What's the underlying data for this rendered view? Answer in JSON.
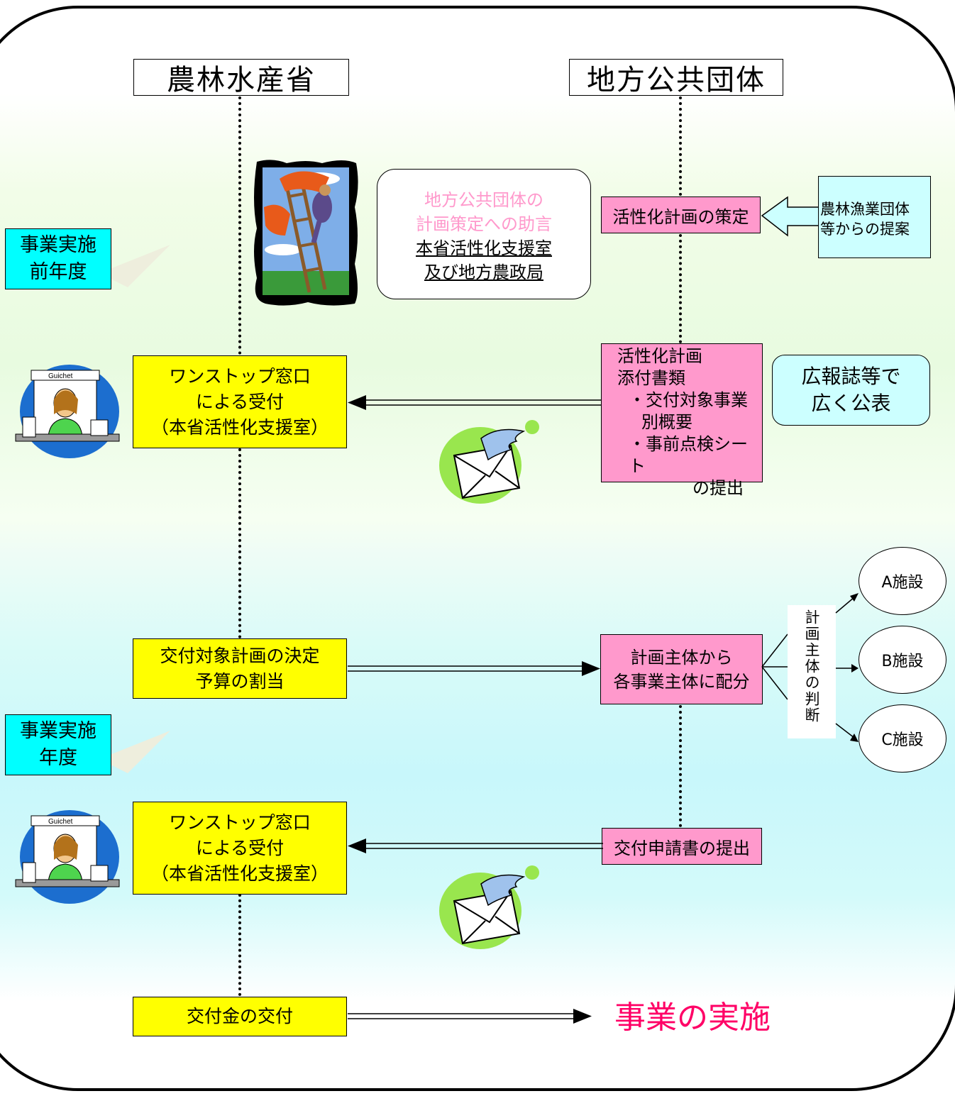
{
  "headers": {
    "ministry": "農林水産省",
    "local_gov": "地方公共団体"
  },
  "year_labels": {
    "before": [
      "事業実施",
      "前年度"
    ],
    "during": [
      "事業実施",
      "年度"
    ]
  },
  "advice_box": {
    "line1": "地方公共団体の",
    "line2": "計画策定への助言",
    "line3": "本省活性化支援室",
    "line4": "及び地方農政局"
  },
  "plan_box": "活性化計画の策定",
  "proposal_box": {
    "line1": "農林漁業団体",
    "line2": "等からの提案"
  },
  "submission_box": {
    "line1": "活性化計画",
    "line2": "添付書類",
    "line3": "・交付対象事業",
    "line4": "別概要",
    "line5": "・事前点検シート",
    "line6": "の提出"
  },
  "publish_box": {
    "line1": "広報誌等で",
    "line2": "広く公表"
  },
  "one_stop_1": {
    "line1": "ワンストップ窓口",
    "line2": "による受付",
    "line3": "（本省活性化支援室）"
  },
  "decision_box": {
    "line1": "交付対象計画の決定",
    "line2": "予算の割当"
  },
  "allocation_box": {
    "line1": "計画主体から",
    "line2": "各事業主体に配分"
  },
  "judgement_label": "計画主体の判断",
  "facilities": [
    "A施設",
    "B施設",
    "C施設"
  ],
  "one_stop_2": {
    "line1": "ワンストップ窓口",
    "line2": "による受付",
    "line3": "（本省活性化支援室）"
  },
  "application_box": "交付申請書の提出",
  "grant_box": "交付金の交付",
  "execution_label": "事業の実施",
  "guichet_sign": "Guichet",
  "colors": {
    "yellow": "#ffff00",
    "pink": "#ff99cc",
    "cyan": "#00ffff",
    "light_cyan": "#ccffff",
    "execution_text": "#ff0066",
    "advice_pink": "#ff99cc"
  }
}
